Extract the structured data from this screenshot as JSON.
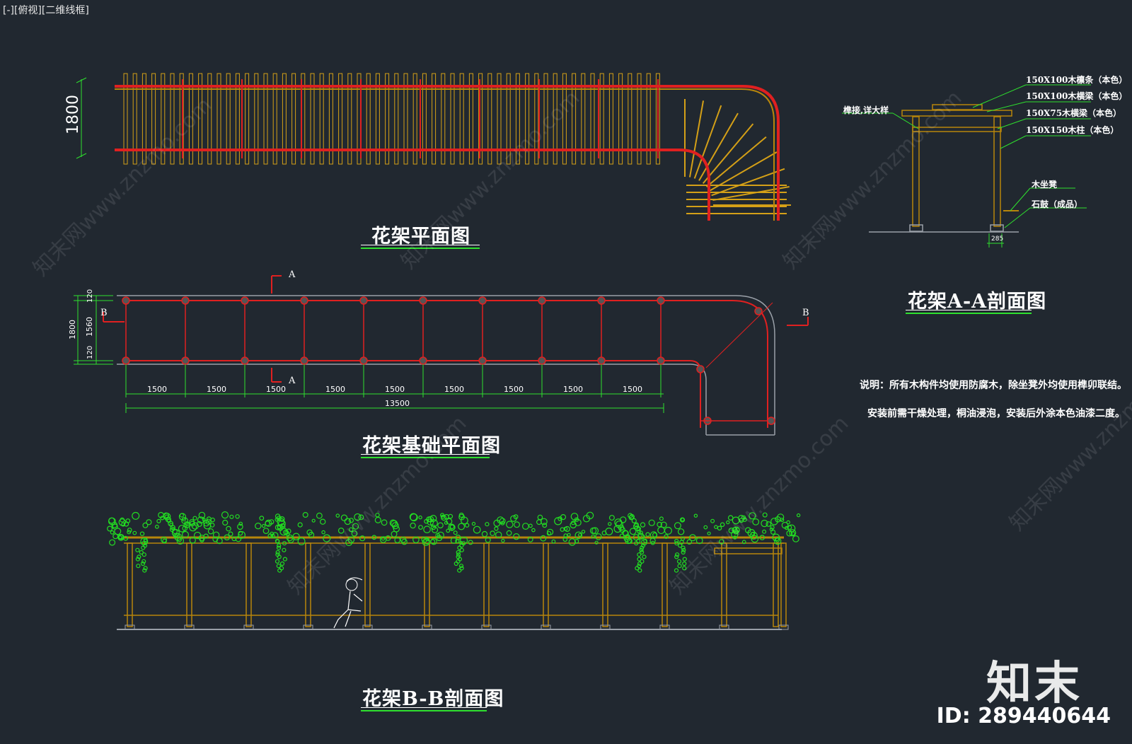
{
  "viewport_label": "[-][俯视][二维线框]",
  "titles": {
    "plan": "花架平面图",
    "foundation": "花架基础平面图",
    "section_aa": "花架A-A剖面图",
    "section_bb": "花架B-B剖面图"
  },
  "dimensions": {
    "plan_width": "1800",
    "foundation_total_height": "1800",
    "foundation_inner": "1560",
    "foundation_edge_top": "120",
    "foundation_edge_bottom": "120",
    "bay": "1500",
    "bays": [
      "1500",
      "1500",
      "1500",
      "1500",
      "1500",
      "1500",
      "1500",
      "1500",
      "1500"
    ],
    "total_length": "13500",
    "section_aa_base": "285"
  },
  "section_marks": {
    "a_top": "A",
    "a_bottom": "A",
    "b_left": "B",
    "b_right": "B"
  },
  "callouts": {
    "joint": "榫接,详大样",
    "c1": "150X100木檩条（本色）",
    "c2": "150X100木横梁（本色）",
    "c3": "150X75木横梁（本色）",
    "c4": "150X150木柱（本色）",
    "seat": "木坐凳",
    "drum": "石鼓（成品）"
  },
  "notes": {
    "line1": "说明：所有木构件均使用防腐木，除坐凳外均使用榫卯联结。",
    "line2": "安装前需干燥处理，桐油浸泡，安装后外涂本色油漆二度。"
  },
  "brand": {
    "name": "知末",
    "id": "ID: 289440644"
  },
  "watermark": "知末网www.znzmo.com",
  "colors": {
    "background": "#212830",
    "timber": "#b8860b",
    "rafter": "#d4a017",
    "beam_red": "#e02020",
    "dimension": "#2ee02e",
    "foliage": "#22dd22"
  }
}
